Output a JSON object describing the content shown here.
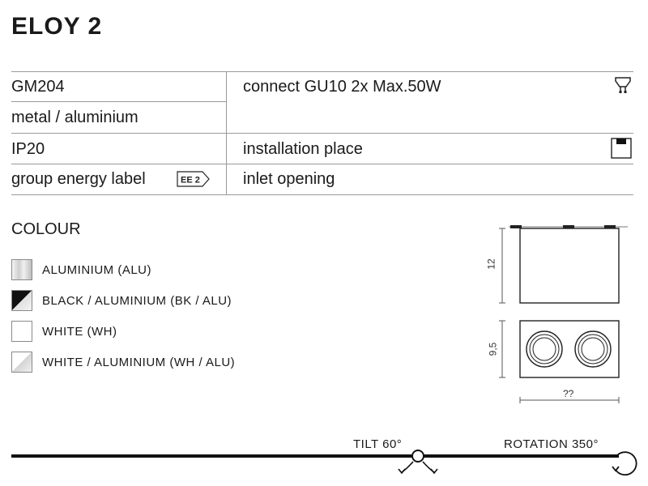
{
  "product": {
    "title": "ELOY 2"
  },
  "specs": {
    "code": "GM204",
    "material": "metal / aluminium",
    "ip": "IP20",
    "energy_label": "group energy label",
    "energy_badge": "EE 2",
    "connect": "connect GU10 2x Max.50W",
    "installation": "installation place",
    "inlet": "inlet opening"
  },
  "colour": {
    "title": "COLOUR",
    "options": [
      {
        "label": "ALUMINIUM (ALU)"
      },
      {
        "label": "BLACK / ALUMINIUM (BK / ALU)"
      },
      {
        "label": "WHITE (WH)"
      },
      {
        "label": "WHITE / ALUMINIUM (WH / ALU)"
      }
    ]
  },
  "dimensions": {
    "height": "12",
    "depth": "9,5",
    "width": "??"
  },
  "motion": {
    "tilt": "TILT 60°",
    "rotation": "ROTATION 350°"
  },
  "icons": [
    "bulb-gu10-icon",
    "energy-label-icon",
    "installation-place-icon",
    "tilt-icon",
    "rotation-icon"
  ],
  "colors": {
    "text": "#1a1a1a",
    "rule": "#9a9a9a",
    "black": "#111111",
    "aluminium": "#d9d9d9"
  }
}
